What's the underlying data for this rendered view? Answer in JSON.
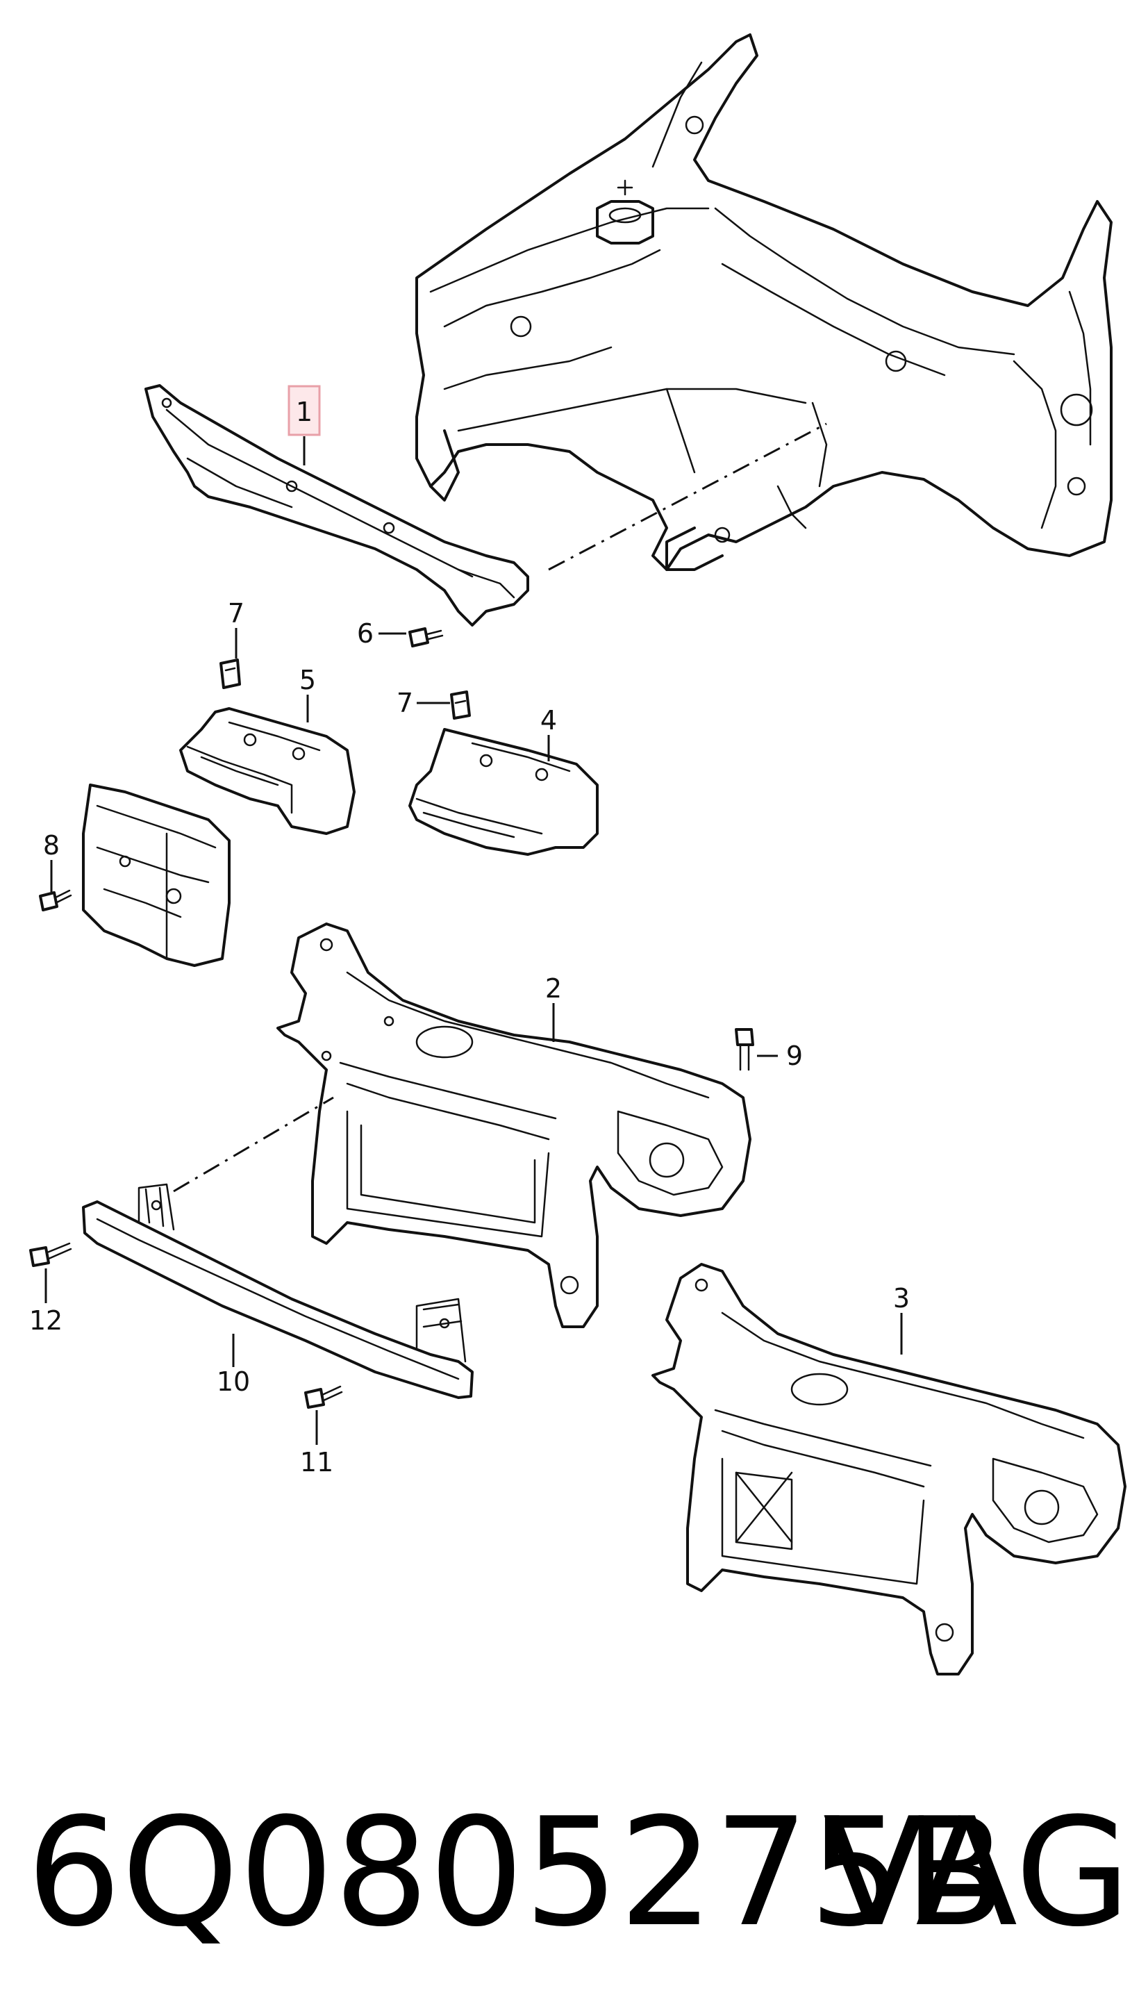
{
  "callouts": {
    "c1": "1",
    "c2": "2",
    "c3": "3",
    "c4": "4",
    "c5": "5",
    "c6": "6",
    "c7a": "7",
    "c7b": "7",
    "c8": "8",
    "c9": "9",
    "c10": "10",
    "c11": "11",
    "c12": "12"
  },
  "highlight": {
    "color": "#e8a0a8",
    "fill": "#fde8ea"
  },
  "footer": {
    "part_number": "6Q0805275B",
    "brand": "VAG"
  }
}
